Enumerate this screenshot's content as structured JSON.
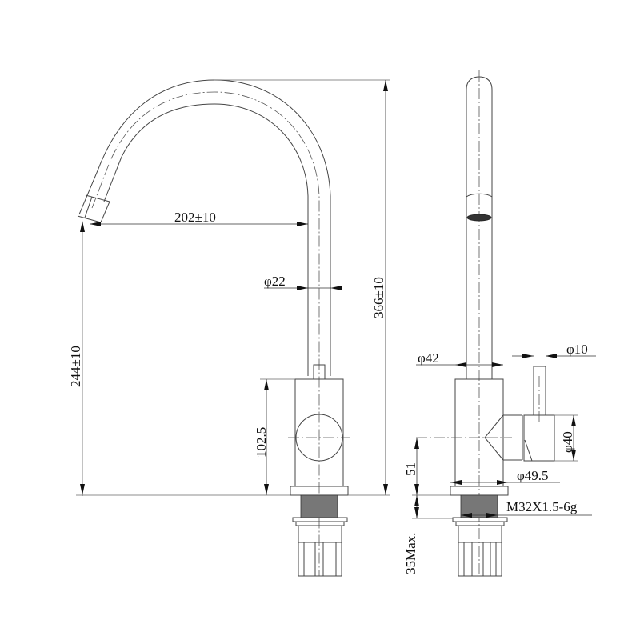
{
  "drawing": {
    "title": "Kitchen faucet technical drawing",
    "views": [
      "front-view",
      "side-view"
    ]
  },
  "front_view": {
    "dimensions": {
      "reach": "202±10",
      "height_total": "366±10",
      "spout_height": "244±10",
      "spout_diameter": "φ22",
      "body_height": "102.5"
    }
  },
  "side_view": {
    "dimensions": {
      "body_diameter": "φ42",
      "handle_diameter": "φ10",
      "lever_diameter": "φ40",
      "base_diameter": "φ49.5",
      "handle_axis_height": "51",
      "thread_spec": "M32X1.5-6g",
      "max_counter_thickness": "35Max."
    }
  },
  "colors": {
    "line": "#444444",
    "text": "#111111",
    "background": "#ffffff"
  }
}
